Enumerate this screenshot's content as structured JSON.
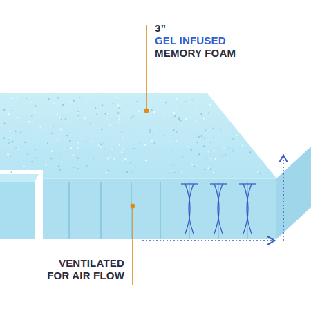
{
  "diagram": {
    "labels": [
      "3”",
      "GEL INFUSED",
      "MEMORY FOAM",
      "VENTILATED FOR AIR FLOW"
    ]
  }
}
